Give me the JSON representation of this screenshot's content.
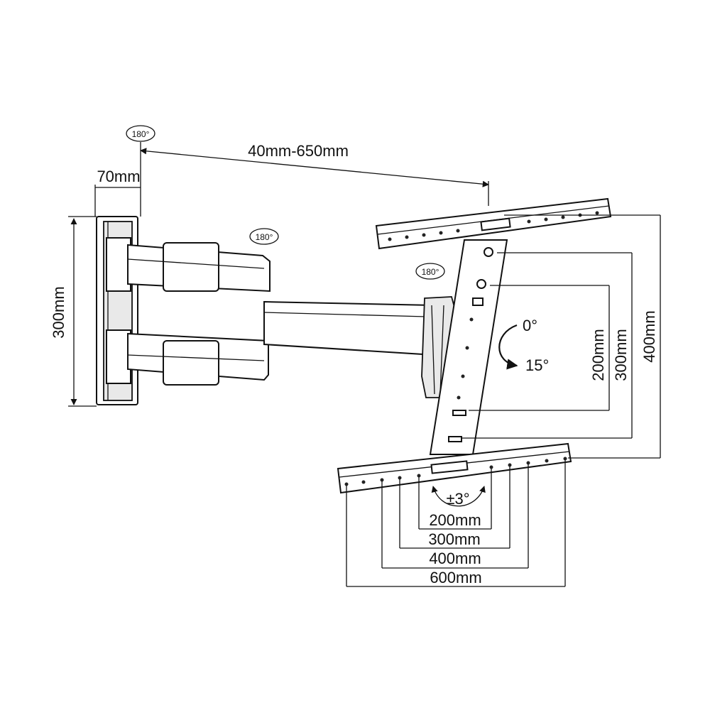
{
  "dimensions": {
    "arm_extension": "40mm-650mm",
    "wall_plate_depth": "70mm",
    "wall_plate_height": "300mm",
    "vesa_vertical_200": "200mm",
    "vesa_vertical_300": "300mm",
    "vesa_vertical_400": "400mm",
    "vesa_horizontal_200": "200mm",
    "vesa_horizontal_300": "300mm",
    "vesa_horizontal_400": "400mm",
    "vesa_horizontal_600": "600mm"
  },
  "rotation": {
    "wall_swivel": "180°",
    "arm_swivel": "180°",
    "head_swivel": "180°",
    "tilt_top": "0°",
    "tilt_bottom": "15°",
    "level_adjust": "±3°"
  }
}
